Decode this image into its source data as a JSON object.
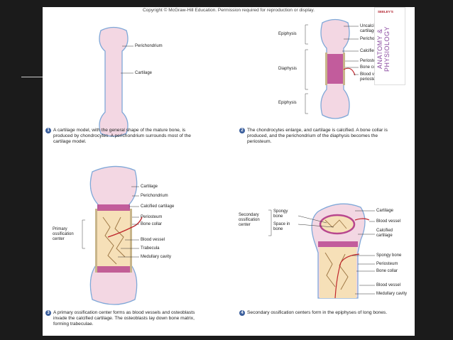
{
  "copyright": "Copyright © McGraw-Hill Education. Permission required for reproduction or display.",
  "book_cover": {
    "publisher_text": "SEELEY'S",
    "title_text": "ANATOMY & PHYSIOLOGY"
  },
  "panel1": {
    "labels": {
      "perichondrium": "Perichondrium",
      "cartilage": "Cartilage"
    },
    "number": "1",
    "caption": "A cartilage model, with the general shape of the mature bone, is produced by chondrocytes. A perichondrium surrounds most of the cartilage model."
  },
  "panel2": {
    "labels": {
      "epiphysis_top": "Epiphysis",
      "diaphysis": "Diaphysis",
      "epiphysis_bottom": "Epiphysis",
      "uncalcified_cartilage": "Uncalcified cartilage",
      "perichondrium": "Perichondrium",
      "calcified_cartilage": "Calcified cartilage",
      "periosteum": "Periosteum",
      "bone_collar": "Bone collar",
      "blood_vessel": "Blood vessel to periosteum"
    },
    "number": "2",
    "caption": "The chondrocytes enlarge, and cartilage is calcified. A bone collar is produced, and the perichondrium of the diaphysis becomes the periosteum."
  },
  "panel3": {
    "labels": {
      "cartilage": "Cartilage",
      "perichondrium": "Perichondrium",
      "calcified_cartilage": "Calcified cartilage",
      "periosteum": "Periosteum",
      "bone_collar": "Bone collar",
      "primary_ossification_center": "Primary ossification center",
      "blood_vessel": "Blood vessel",
      "trabecula": "Trabecula",
      "medullary_cavity": "Medullary cavity"
    },
    "number": "3",
    "caption": "A primary ossification center forms as blood vessels and osteoblasts invade the calcified cartilage. The osteoblasts lay down bone matrix, forming trabeculae."
  },
  "panel4": {
    "labels": {
      "secondary_ossification_center": "Secondary ossification center",
      "spongy_bone_left": "Spongy bone",
      "space_in_bone": "Space in bone",
      "cartilage": "Cartilage",
      "blood_vessel_top": "Blood vessel",
      "calcified_cartilage": "Calcified cartilage",
      "spongy_bone_right": "Spongy bone",
      "periosteum": "Periosteum",
      "bone_collar": "Bone collar",
      "blood_vessel_bottom": "Blood vessel",
      "medullary_cavity": "Medullary cavity"
    },
    "number": "4",
    "caption": "Secondary ossification centers form in the epiphyses of long bones."
  }
}
